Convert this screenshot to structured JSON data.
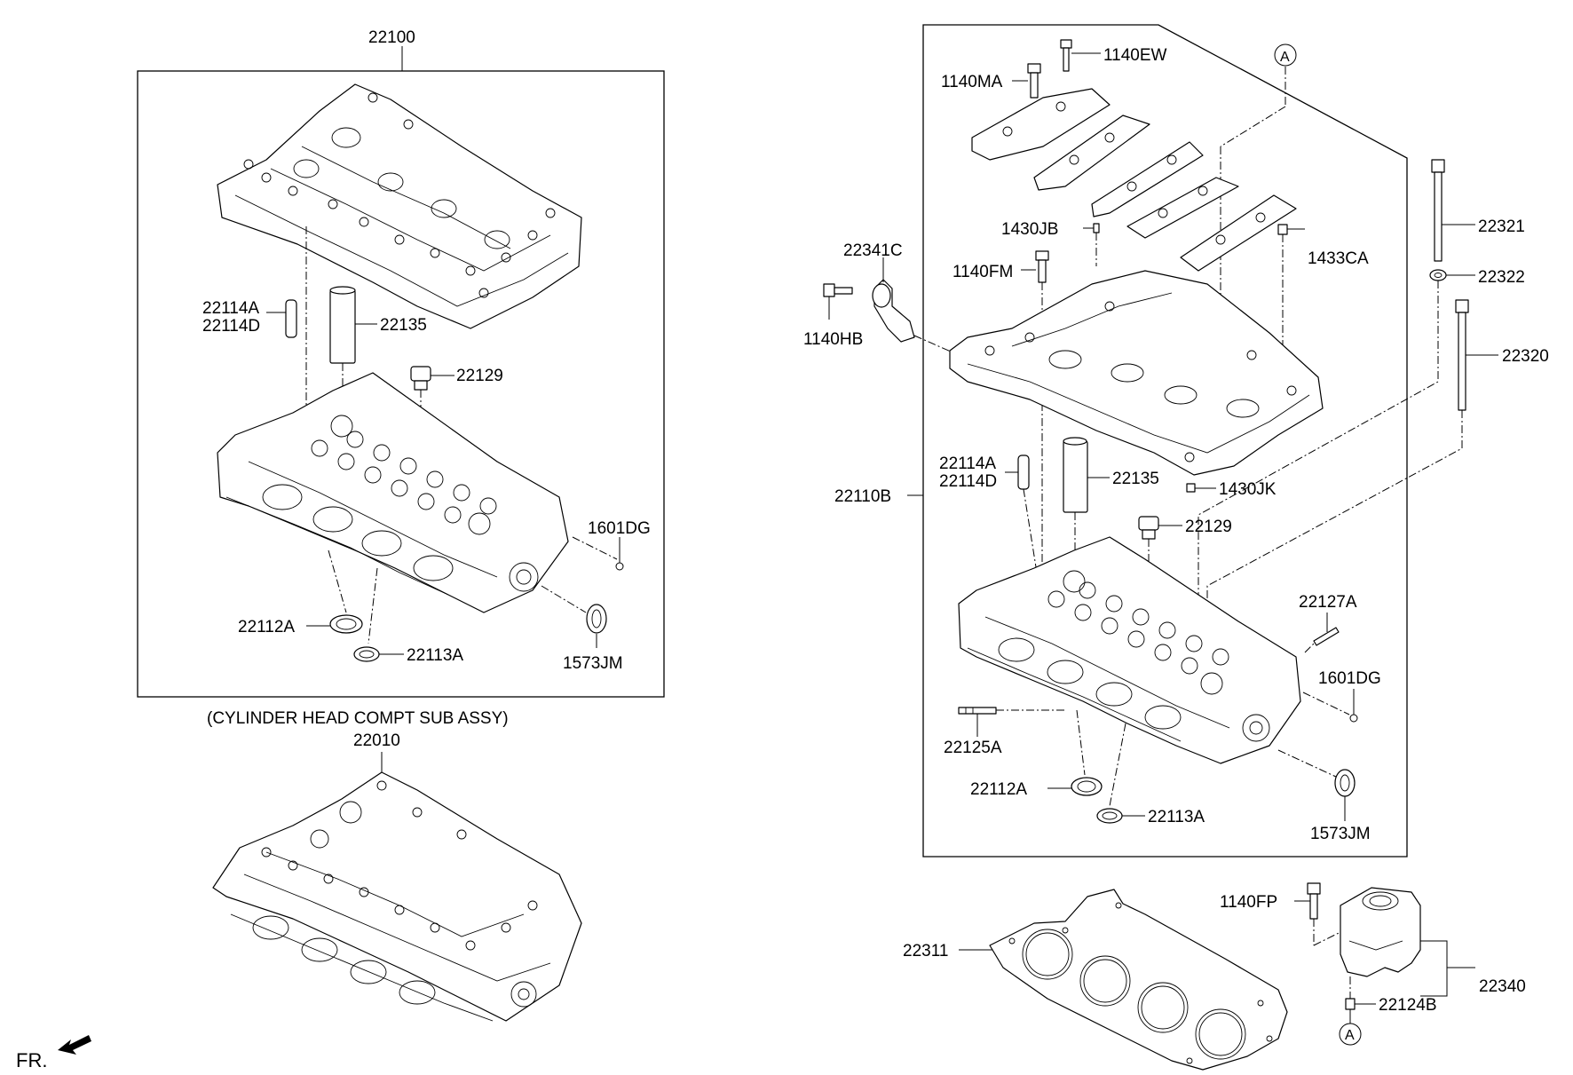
{
  "callouts": {
    "c22100": "22100",
    "c22114A_l": "22114A",
    "c22114D_l": "22114D",
    "c22135_l": "22135",
    "c22129_l": "22129",
    "c1601DG_l": "1601DG",
    "c22112A_l": "22112A",
    "c22113A_l": "22113A",
    "c1573JM_l": "1573JM",
    "subassy_caption": "(CYLINDER HEAD COMPT SUB ASSY)",
    "c22010": "22010",
    "fr_label": "FR.",
    "c1140MA": "1140MA",
    "c1140EW": "1140EW",
    "ref_A_top": "A",
    "c22341C": "22341C",
    "c1430JB": "1430JB",
    "c1140FM": "1140FM",
    "c1433CA": "1433CA",
    "c1140HB": "1140HB",
    "c22321": "22321",
    "c22322": "22322",
    "c22320": "22320",
    "c22114A_r": "22114A",
    "c22114D_r": "22114D",
    "c22135_r": "22135",
    "c1430JK": "1430JK",
    "c22110B": "22110B",
    "c22129_r": "22129",
    "c22127A": "22127A",
    "c1601DG_r": "1601DG",
    "c22125A": "22125A",
    "c22112A_r": "22112A",
    "c22113A_r": "22113A",
    "c1573JM_r": "1573JM",
    "c1140FP": "1140FP",
    "c22311": "22311",
    "c22340": "22340",
    "c22124B": "22124B",
    "ref_A_bottom": "A"
  },
  "icons": {
    "fr_arrow": "arrow-icon",
    "ref_marker": "circled-letter-icon"
  }
}
